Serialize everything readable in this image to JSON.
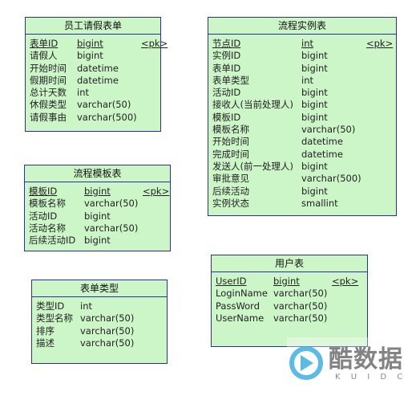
{
  "entities": {
    "leave_form": {
      "title": "员工请假表单",
      "key_marker": "<pk>",
      "fields": [
        {
          "name": "表单ID",
          "type": "bigint"
        },
        {
          "name": "请假人",
          "type": "bigint"
        },
        {
          "name": "开始时间",
          "type": "datetime"
        },
        {
          "name": "假期时间",
          "type": "datetime"
        },
        {
          "name": "总计天数",
          "type": "int"
        },
        {
          "name": "休假类型",
          "type": "varchar(50)"
        },
        {
          "name": "请假事由",
          "type": "varchar(500)"
        }
      ]
    },
    "process_instance": {
      "title": "流程实例表",
      "key_marker": "<pk>",
      "fields": [
        {
          "name": "节点ID",
          "type": "int"
        },
        {
          "name": "实例ID",
          "type": "bigint"
        },
        {
          "name": "表单ID",
          "type": "bigint"
        },
        {
          "name": "表单类型",
          "type": "int"
        },
        {
          "name": "活动ID",
          "type": "bigint"
        },
        {
          "name": "接收人(当前处理人)",
          "type": "bigint"
        },
        {
          "name": "模板ID",
          "type": "bigint"
        },
        {
          "name": "模板名称",
          "type": "varchar(50)"
        },
        {
          "name": "开始时间",
          "type": "datetime"
        },
        {
          "name": "完成时间",
          "type": "datetime"
        },
        {
          "name": "发送人(前一处理人)",
          "type": "bigint"
        },
        {
          "name": "审批意见",
          "type": "varchar(500)"
        },
        {
          "name": "后续活动",
          "type": "bigint"
        },
        {
          "name": "实例状态",
          "type": "smallint"
        }
      ]
    },
    "process_template": {
      "title": "流程模板表",
      "key_marker": "<pk>",
      "fields": [
        {
          "name": "模板ID",
          "type": "bigint"
        },
        {
          "name": "模板名称",
          "type": "varchar(50)"
        },
        {
          "name": "活动ID",
          "type": "bigint"
        },
        {
          "name": "活动名称",
          "type": "varchar(50)"
        },
        {
          "name": "后续活动ID",
          "type": "bigint"
        }
      ]
    },
    "form_type": {
      "title": "表单类型",
      "fields": [
        {
          "name": "类型ID",
          "type": "int"
        },
        {
          "name": "类型名称",
          "type": "varchar(50)"
        },
        {
          "name": "排序",
          "type": "varchar(50)"
        },
        {
          "name": "描述",
          "type": "varchar(50)"
        }
      ]
    },
    "user": {
      "title": "用户表",
      "key_marker": "<pk>",
      "fields": [
        {
          "name": "UserID",
          "type": "bigint"
        },
        {
          "name": "LoginName",
          "type": "varchar(50)"
        },
        {
          "name": "PassWord",
          "type": "varchar(50)"
        },
        {
          "name": "UserName",
          "type": "varchar(50)"
        }
      ]
    }
  },
  "watermark": {
    "brand": "酷数据",
    "sub": "K U I D C",
    "accent": "#35a7e0"
  }
}
